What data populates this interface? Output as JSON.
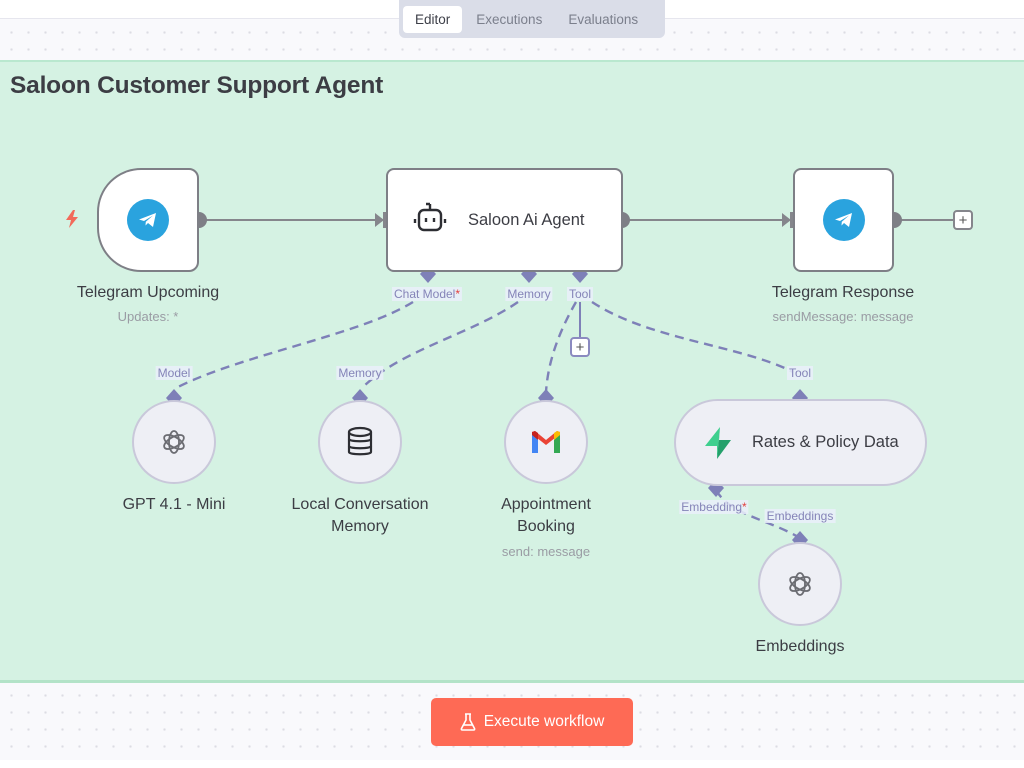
{
  "tabs": [
    {
      "label": "Editor",
      "active": true
    },
    {
      "label": "Executions",
      "active": false
    },
    {
      "label": "Evaluations",
      "active": false
    }
  ],
  "sticky_note": {
    "title": "Saloon Customer Support Agent",
    "color": "#d5f2e3"
  },
  "nodes": {
    "trigger": {
      "label": "Telegram Upcoming",
      "subtitle": "Updates: *",
      "icon": "telegram-icon",
      "badge_icon": "lightning-bolt-icon"
    },
    "agent": {
      "label": "Saloon Ai Agent",
      "icon": "robot-icon"
    },
    "response": {
      "label": "Telegram Response",
      "subtitle": "sendMessage: message",
      "icon": "telegram-icon"
    },
    "model": {
      "label": "GPT 4.1 - Mini",
      "icon": "openai-icon"
    },
    "memory": {
      "label_line1": "Local Conversation",
      "label_line2": "Memory",
      "icon": "database-icon"
    },
    "booking": {
      "label_line1": "Appointment",
      "label_line2": "Booking",
      "subtitle": "send: message",
      "icon": "gmail-icon"
    },
    "rates": {
      "label": "Rates & Policy Data",
      "icon": "supabase-icon"
    },
    "embeddings": {
      "label": "Embeddings",
      "icon": "openai-icon"
    }
  },
  "ports": {
    "agent_chat_model": "Chat Model",
    "agent_memory": "Memory",
    "agent_tool": "Tool",
    "model_in": "Model",
    "memory_in": "Memory",
    "rates_tool_in": "Tool",
    "rates_embedding": "Embedding",
    "embeddings_in": "Embeddings",
    "required_mark": "*"
  },
  "plus_symbol": "+",
  "execute_button": {
    "label": "Execute workflow",
    "icon": "flask-icon",
    "color": "#fe6a55"
  },
  "colors": {
    "telegram": "#2aa3de",
    "connector": "#7e80b8",
    "main_edge": "#85868c"
  }
}
